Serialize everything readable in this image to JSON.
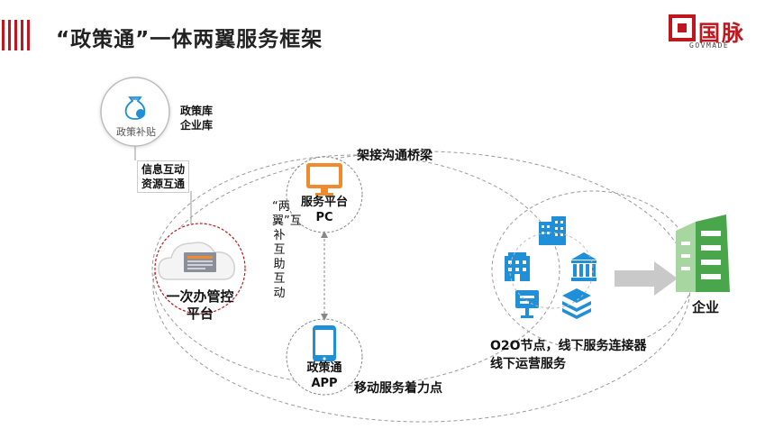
{
  "header": {
    "title": "“政策通”一体两翼服务框架",
    "logo_text": "国脉",
    "logo_sub": "GOVMADE"
  },
  "nodes": {
    "subsidy": {
      "label": "政策补贴",
      "side": "政策库\n企业库"
    },
    "link": {
      "label": "信息互动\n资源互通"
    },
    "platform": {
      "label": "一次办管控\n平台"
    },
    "pc": {
      "label_line1": "服务平台",
      "label_line2": "PC"
    },
    "app": {
      "label_line1": "政策通",
      "label_line2": "APP"
    },
    "bridge": {
      "label": "架接沟通桥梁"
    },
    "mobile": {
      "label": "移动服务着力点"
    },
    "wings": {
      "label": "“两翼”互补互助互动"
    },
    "o2o": {
      "label": "O2O节点，线下服务连接器\n线下运营服务"
    },
    "enterprise": {
      "label": "企业"
    }
  },
  "colors": {
    "accent_red": "#c0161d",
    "icon_blue": "#1f8fd8",
    "icon_orange": "#f08a2c",
    "enterprise_green": "#4aa64a"
  }
}
